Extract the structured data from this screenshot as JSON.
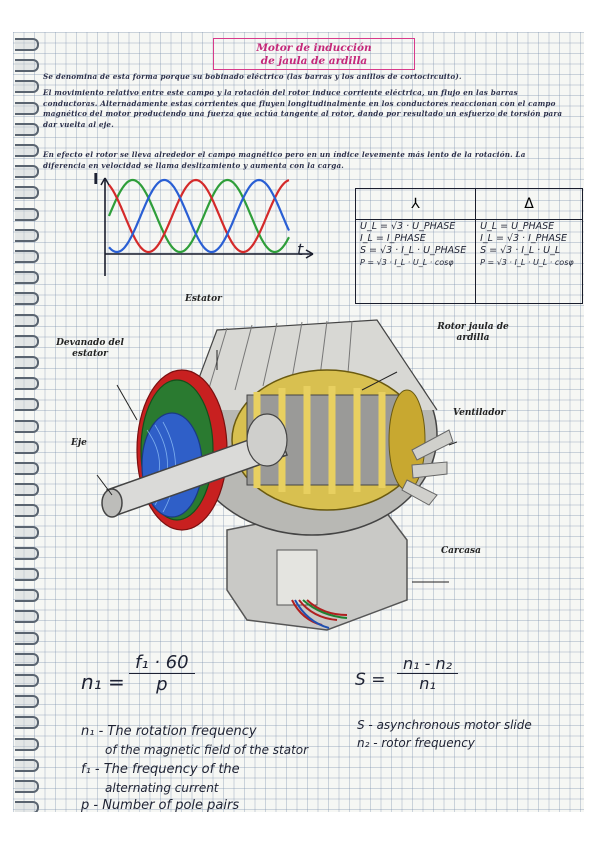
{
  "title": {
    "line1": "Motor de inducción",
    "line2": "de jaula de ardilla"
  },
  "paragraphs": {
    "p1": "Se denomina de esta forma porque su bobinado eléctrico (las barras y los anillos de cortocircuito).",
    "p2": "El movimiento relativo entre este campo y la rotación del rotor induce corriente eléctrica, un flujo en las barras conductoras. Alternadamente estas corrientes que fluyen longitudinalmente en los conductores reaccionan con el campo magnético del motor produciendo una fuerza que actúa tangente al rotor, dando por resultado un esfuerzo de torsión para dar vuelta al eje.",
    "p3": "En efecto el rotor se lleva alrededor el campo magnético pero en un índice levemente más lento de la rotación. La diferencia en velocidad se llama deslizamiento y aumenta con la carga."
  },
  "graph": {
    "y_axis_label": "I",
    "x_axis_label": "t",
    "colors": {
      "green": "#2f9e3a",
      "red": "#d42a2a",
      "blue": "#2a5fd4"
    }
  },
  "formula_table": {
    "star_header": "⅄",
    "delta_header": "Δ",
    "star_rows": [
      "U_L = √3 · U_PHASE",
      "I_L = I_PHASE",
      "S = √3 · I_L · U_PHASE",
      "P = √3 · I_L · U_L · cosφ"
    ],
    "delta_rows": [
      "U_L = U_PHASE",
      "I_L = √3 · I_PHASE",
      "S = √3 · I_L · U_L",
      "P = √3 · I_L · U_L · cosφ"
    ]
  },
  "motor_labels": {
    "estator": "Estator",
    "devanado": "Devanado del estator",
    "rotor": "Rotor jaula de ardilla",
    "ventilador": "Ventilador",
    "eje": "Eje",
    "carcasa": "Carcasa"
  },
  "formula_n1": {
    "lhs": "n₁ =",
    "numerator": "f₁ · 60",
    "denominator": "p"
  },
  "formula_s": {
    "lhs": "S =",
    "numerator": "n₁ - n₂",
    "denominator": "n₁"
  },
  "legend_left": [
    "n₁ - The rotation frequency",
    "of the magnetic field of the stator",
    "f₁ - The frequency of the",
    "alternating current",
    "p - Number of pole pairs"
  ],
  "legend_right": [
    "S - asynchronous motor slide",
    "n₂ - rotor frequency"
  ]
}
